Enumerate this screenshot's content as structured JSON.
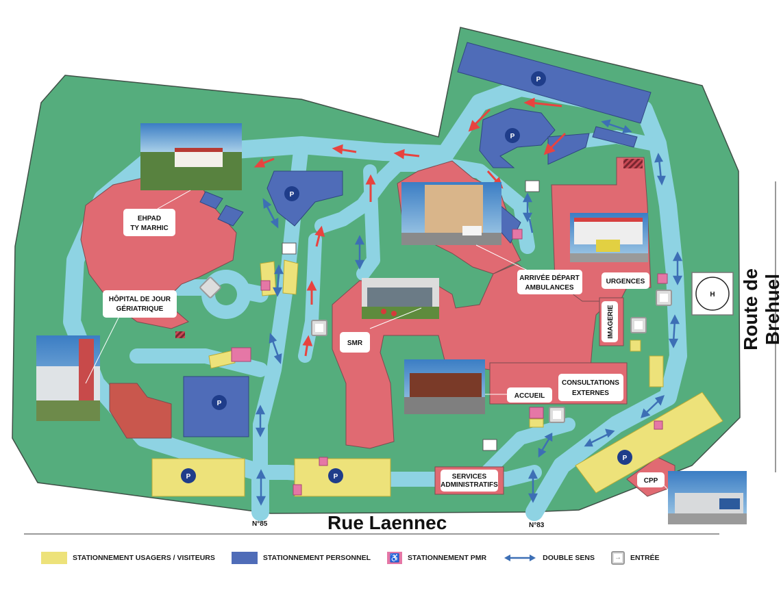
{
  "streets": {
    "south": "Rue Laennec",
    "east": "Route de Brehuel",
    "number_west": "N°85",
    "number_east": "N°83"
  },
  "buildings": {
    "ehpad_line1": "EHPAD",
    "ehpad_line2": "TY MARHIC",
    "hopital_jour_line1": "HÔPITAL DE JOUR",
    "hopital_jour_line2": "GÉRIATRIQUE",
    "smr": "SMR",
    "ambulances_line1": "ARRIVÉE DÉPART",
    "ambulances_line2": "AMBULANCES",
    "urgences": "URGENCES",
    "imagerie": "IMAGERIE",
    "accueil": "ACCUEIL",
    "consultations_line1": "CONSULTATIONS",
    "consultations_line2": "EXTERNES",
    "services_line1": "SERVICES",
    "services_line2": "ADMINISTRATIFS",
    "cpp": "CPP",
    "helipad": "H"
  },
  "parking_symbol": "P",
  "legend": {
    "visitors": "STATIONNEMENT USAGERS / VISITEURS",
    "staff": "STATIONNEMENT PERSONNEL",
    "pmr": "STATIONNEMENT PMR",
    "two_way": "DOUBLE SENS",
    "entry": "ENTRÉE"
  },
  "colors": {
    "grass": "#55ad7d",
    "road": "#8ed3e3",
    "building": "#e06a72",
    "staff_parking": "#4f6cb8",
    "visitor_parking": "#ede27a",
    "pmr_parking": "#e577a6",
    "two_way_arrow": "#3d6fb5",
    "one_way_arrow": "#e8433f"
  }
}
